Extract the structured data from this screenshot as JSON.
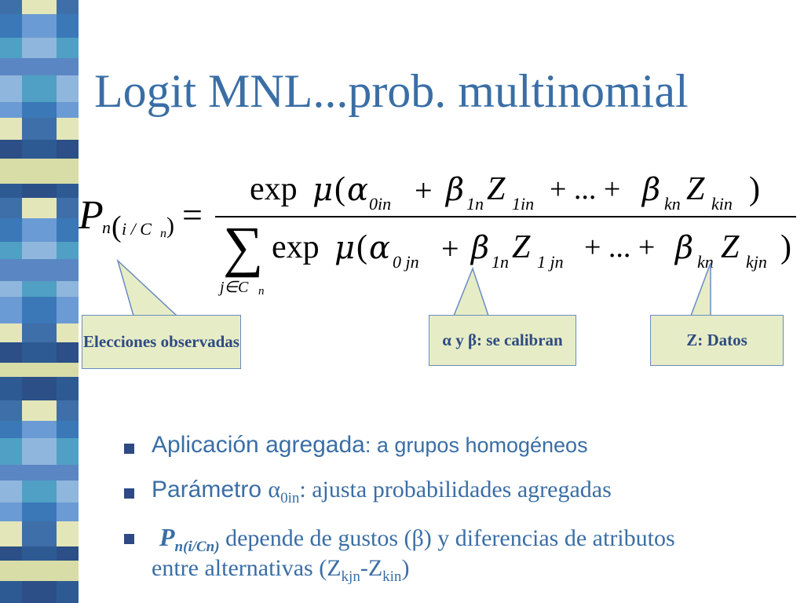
{
  "title": "Logit MNL...prob. multinomial",
  "formula": {
    "lhs_P": "P",
    "lhs_sub_n": "n",
    "lhs_paren_open": "(",
    "lhs_arg": "i / C",
    "lhs_arg_sub": "n",
    "lhs_paren_close": ")",
    "equals": "=",
    "numerator": {
      "exp": "exp",
      "mu": "μ",
      "open": "(",
      "alpha": "α",
      "alpha_sub": "0in",
      "plus1": "+",
      "beta1": "β",
      "beta1_sub": "1n",
      "Z1": "Z",
      "Z1_sub": "1in",
      "dots": "+ ... +",
      "betak": "β",
      "betak_sub": "kn",
      "Zk": "Z",
      "Zk_sub": "kin",
      "close": ")"
    },
    "denominator": {
      "sum": "∑",
      "sum_sub": "j∈C",
      "sum_sub_n": "n",
      "exp": "exp",
      "mu": "μ",
      "open": "(",
      "alpha": "α",
      "alpha_sub": "0 jn",
      "plus1": "+",
      "beta1": "β",
      "beta1_sub": "1n",
      "Z1": "Z",
      "Z1_sub": "1 jn",
      "dots": "+ ... +",
      "betak": "β",
      "betak_sub": "kn",
      "Zk": "Z",
      "Zk_sub": "kjn",
      "close": ")"
    }
  },
  "callouts": {
    "elecciones": "Elecciones observadas",
    "calibran": "α y β: se calibran",
    "datos": "Z: Datos"
  },
  "bullets": {
    "b1_main": "Aplicación agregada",
    "b1_rest": ": a grupos homogéneos",
    "b2_main": "Parámetro ",
    "b2_alpha": "α",
    "b2_alpha_sub": "0in",
    "b2_rest": ": ajusta probabilidades agregadas",
    "b3_P": "P",
    "b3_P_sub": "n(i/Cn)",
    "b3_rest": " depende de gustos (β) y diferencias de atributos",
    "b3_line2_a": "entre alternativas (Z",
    "b3_sub1": "kjn",
    "b3_dash": "-Z",
    "b3_sub2": "kin",
    "b3_close": ")"
  },
  "colors": {
    "title": "#3a6ea5",
    "callout_fill": "#e6edc6",
    "callout_border": "#6a8ac2",
    "bullet_square": "#2f4a82"
  }
}
